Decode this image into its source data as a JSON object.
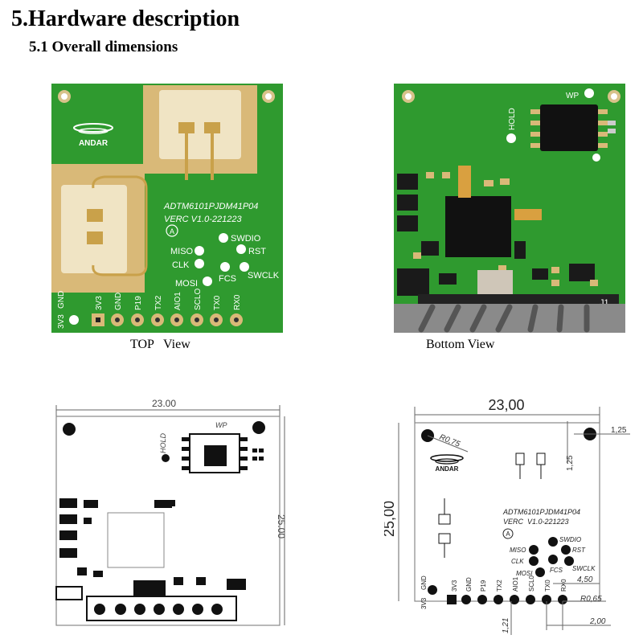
{
  "section_title": "5.Hardware description",
  "subsection_title": "5.1 Overall dimensions",
  "captions": {
    "top_view": "TOP   View",
    "bottom_view": "Bottom View"
  },
  "top_board": {
    "logo": "ANDAR",
    "model": "ADTM6101PJDM41P04",
    "version": "VERC V1.0-221223",
    "mark": "A",
    "pad_labels": [
      "SWDIO",
      "MISO",
      "RST",
      "CLK",
      "FCS",
      "SWCLK",
      "MOSI"
    ],
    "pin_labels": [
      "GND",
      "3V3",
      "3V3",
      "GND",
      "P19",
      "TX2",
      "AIO1",
      "SCLO",
      "TX0",
      "RX0"
    ]
  },
  "bottom_board": {
    "hold": "HOLD",
    "wp": "WP",
    "connector": "J1"
  },
  "drawing_left": {
    "width_dim": "23.00",
    "height_dim": "25.00",
    "hold": "HOLD",
    "wp": "WP"
  },
  "drawing_right": {
    "width_dim": "23,00",
    "height_dim": "25,00",
    "dim_125_right": "1,25",
    "dim_125_top": "1,25",
    "radius_top": "R0,75",
    "radius_bottom": "R0,65",
    "dim_450": "4,50",
    "dim_200": "2,00",
    "dim_121": "1,21",
    "logo": "ANDAR",
    "model": "ADTM6101PJDM41P04",
    "version": "VERC  V1.0-221223",
    "mark": "A",
    "pad_labels": [
      "SWDIO",
      "MISO",
      "RST",
      "CLK",
      "FCS",
      "SWCLK",
      "MOSI"
    ],
    "pin_labels": [
      "GND",
      "3V3",
      "3V3",
      "GND",
      "P19",
      "TX2",
      "AIO1",
      "SCL0",
      "TX0",
      "RX0"
    ]
  },
  "colors": {
    "pcb_green": "#2f9a2f",
    "antenna_gold": "#d9b978",
    "gold_pad": "#c9a14a"
  }
}
